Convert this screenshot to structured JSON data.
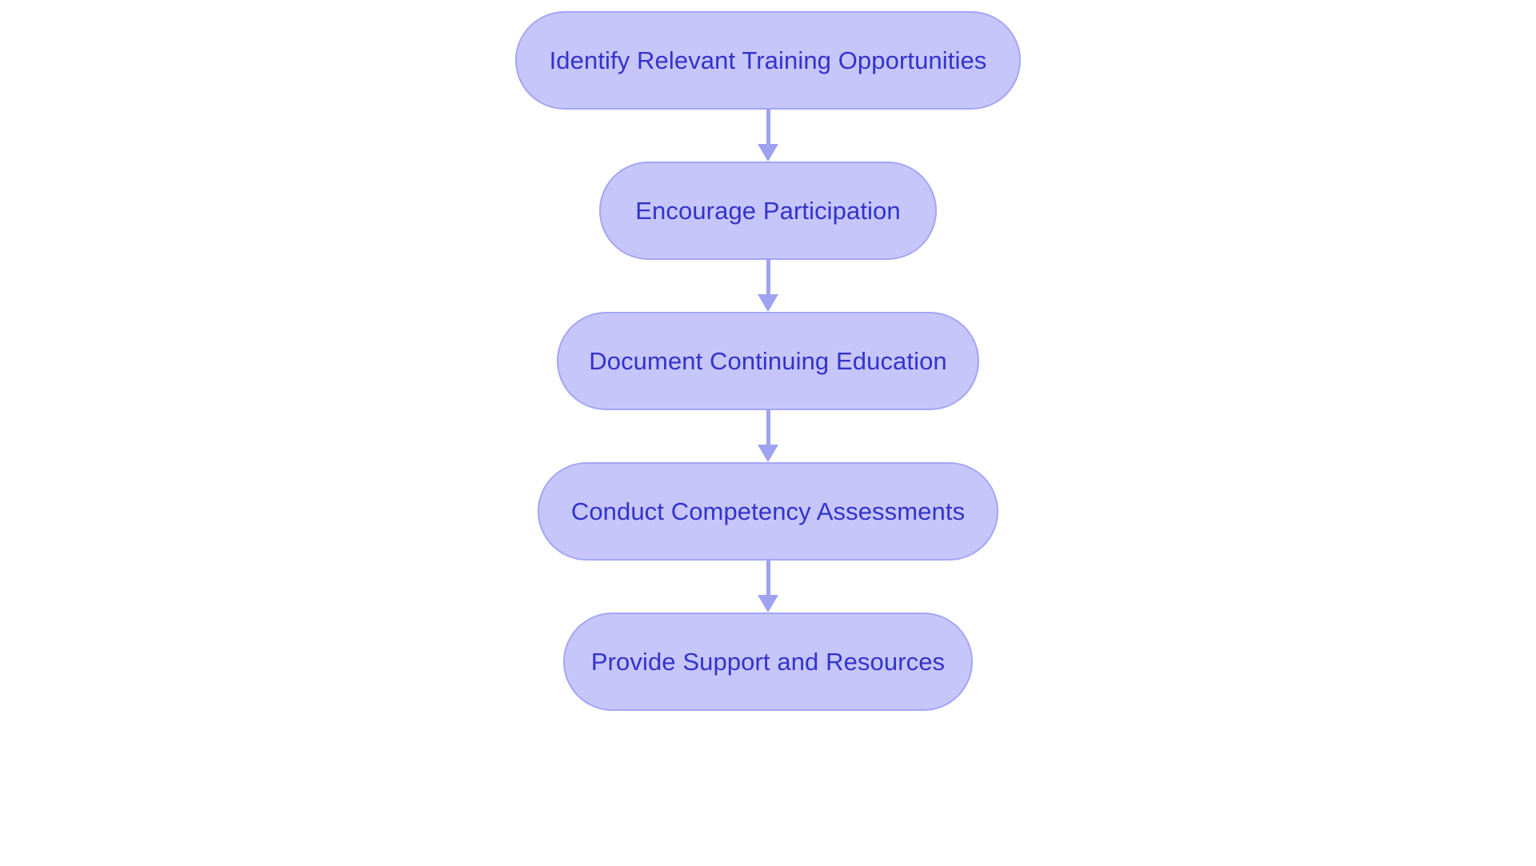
{
  "chart_data": {
    "type": "diagram",
    "diagram_type": "flowchart",
    "orientation": "top-to-bottom",
    "title": "",
    "nodes": [
      {
        "id": "n1",
        "label": "Identify Relevant Training Opportunities",
        "shape": "stadium"
      },
      {
        "id": "n2",
        "label": "Encourage Participation",
        "shape": "stadium"
      },
      {
        "id": "n3",
        "label": "Document Continuing Education",
        "shape": "stadium"
      },
      {
        "id": "n4",
        "label": "Conduct Competency Assessments",
        "shape": "stadium"
      },
      {
        "id": "n5",
        "label": "Provide Support and Resources",
        "shape": "stadium"
      }
    ],
    "edges": [
      {
        "from": "n1",
        "to": "n2",
        "label": "",
        "arrow": "single"
      },
      {
        "from": "n2",
        "to": "n3",
        "label": "",
        "arrow": "single"
      },
      {
        "from": "n3",
        "to": "n4",
        "label": "",
        "arrow": "single"
      },
      {
        "from": "n4",
        "to": "n5",
        "label": "",
        "arrow": "single"
      }
    ],
    "colors": {
      "background": "#ffffff",
      "node_fill": "#c6c6fb",
      "node_border": "#a4a5f5",
      "node_text": "#3333cc",
      "edge": "#9ea2f0"
    }
  },
  "diagram": {
    "background_color": "#ffffff",
    "node_fill_color": "#c6c6fb",
    "node_border_color": "#a4a5f5",
    "node_text_color": "#3333cc",
    "arrow_color": "#9ea2f0",
    "nodes": [
      {
        "label": "Identify Relevant Training Opportunities"
      },
      {
        "label": "Encourage Participation"
      },
      {
        "label": "Document Continuing Education"
      },
      {
        "label": "Conduct Competency Assessments"
      },
      {
        "label": "Provide Support and Resources"
      }
    ],
    "connector_icon": "arrow-down-icon"
  }
}
